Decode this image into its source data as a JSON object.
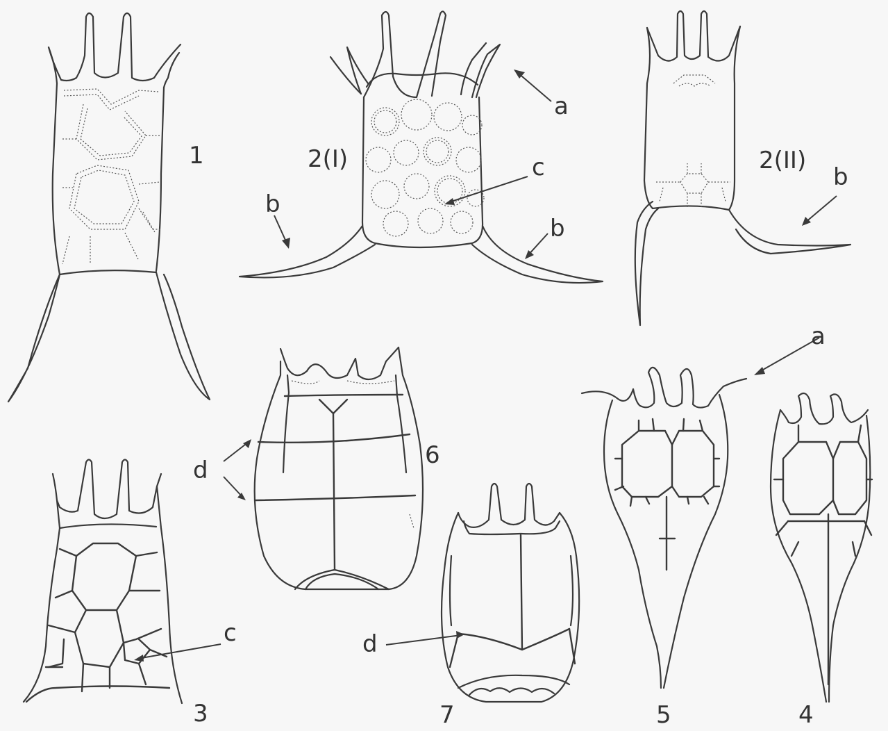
{
  "labels": {
    "fig1": "1",
    "fig2i": "2(I)",
    "fig2ii": "2(II)",
    "fig3": "3",
    "fig4": "4",
    "fig5": "5",
    "fig6": "6",
    "fig7": "7",
    "a1": "a",
    "a2": "a",
    "b1": "b",
    "b2": "b",
    "b3": "b",
    "c1": "c",
    "c2": "c",
    "d1": "d",
    "d2": "d"
  },
  "colors": {
    "background": "#f7f7f7",
    "ink": "#3a3a3a"
  }
}
